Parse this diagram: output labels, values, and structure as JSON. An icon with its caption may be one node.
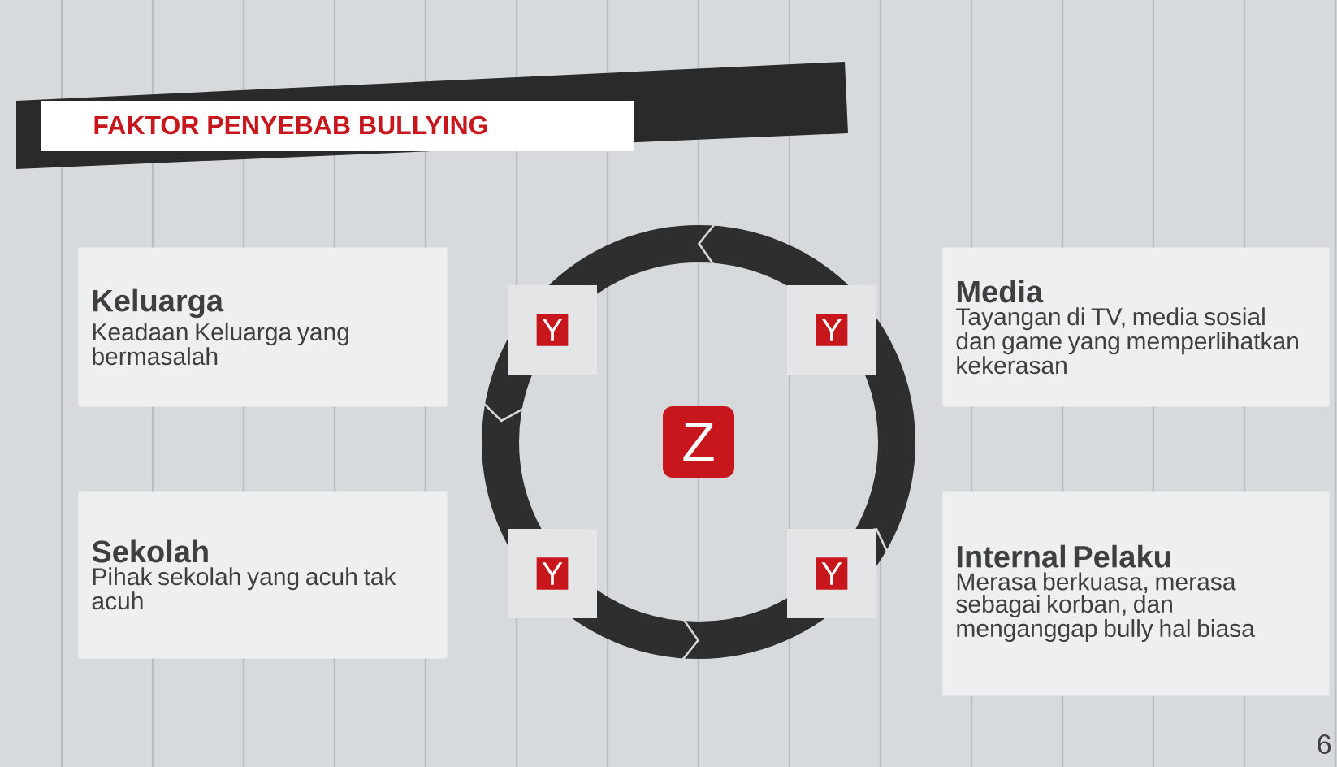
{
  "diagram": {
    "title": "FAKTOR PENYEBAB BULLYING",
    "nodes": [
      {
        "text": [
          "Keluarga",
          "Keadaan Keluarga yang bermasalah"
        ]
      },
      {
        "text": [
          "Y"
        ]
      },
      {
        "text": [
          "Media",
          "Tayangan di TV, media sosial dan game yang memperlihatkan kekerasan"
        ]
      },
      {
        "text": [
          "Y"
        ]
      },
      {
        "text": [
          "Z"
        ]
      },
      {
        "text": [
          "Sekolah",
          "Pihak sekolah yang acuh tak acuh"
        ]
      },
      {
        "text": [
          "Y"
        ]
      },
      {
        "text": [
          "Internal Pelaku",
          "Merasa berkuasa, merasa sebagai korban, dan menganggap bully hal biasa"
        ]
      },
      {
        "text": [
          "Y"
        ]
      }
    ],
    "labels": [
      "6"
    ]
  }
}
